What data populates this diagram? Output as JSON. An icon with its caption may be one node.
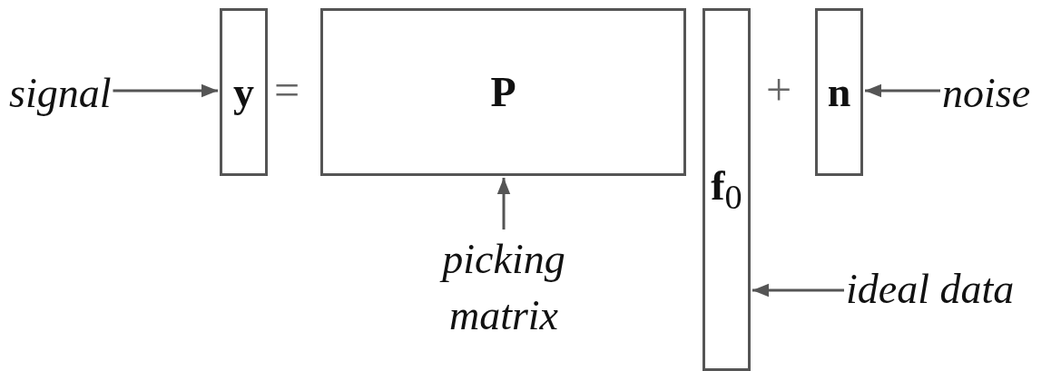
{
  "diagram": {
    "nodes": [
      {
        "text": [
          "y"
        ]
      },
      {
        "text": [
          "P"
        ]
      },
      {
        "text": [
          "**f**$_{0}$"
        ]
      },
      {
        "text": [
          "n"
        ]
      },
      {
        "text": [
          "signal"
        ]
      },
      {
        "text": [
          "picking matrix"
        ]
      },
      {
        "text": [
          "ideal data"
        ]
      },
      {
        "text": [
          "noise"
        ]
      }
    ],
    "edges": [
      {
        "from": 4,
        "to": 0,
        "arrow": "to"
      },
      {
        "from": 5,
        "to": 1,
        "arrow": "to"
      },
      {
        "from": 6,
        "to": 2,
        "arrow": "to"
      },
      {
        "from": 7,
        "to": 3,
        "arrow": "to"
      }
    ],
    "labels": [
      "=",
      "+"
    ]
  }
}
